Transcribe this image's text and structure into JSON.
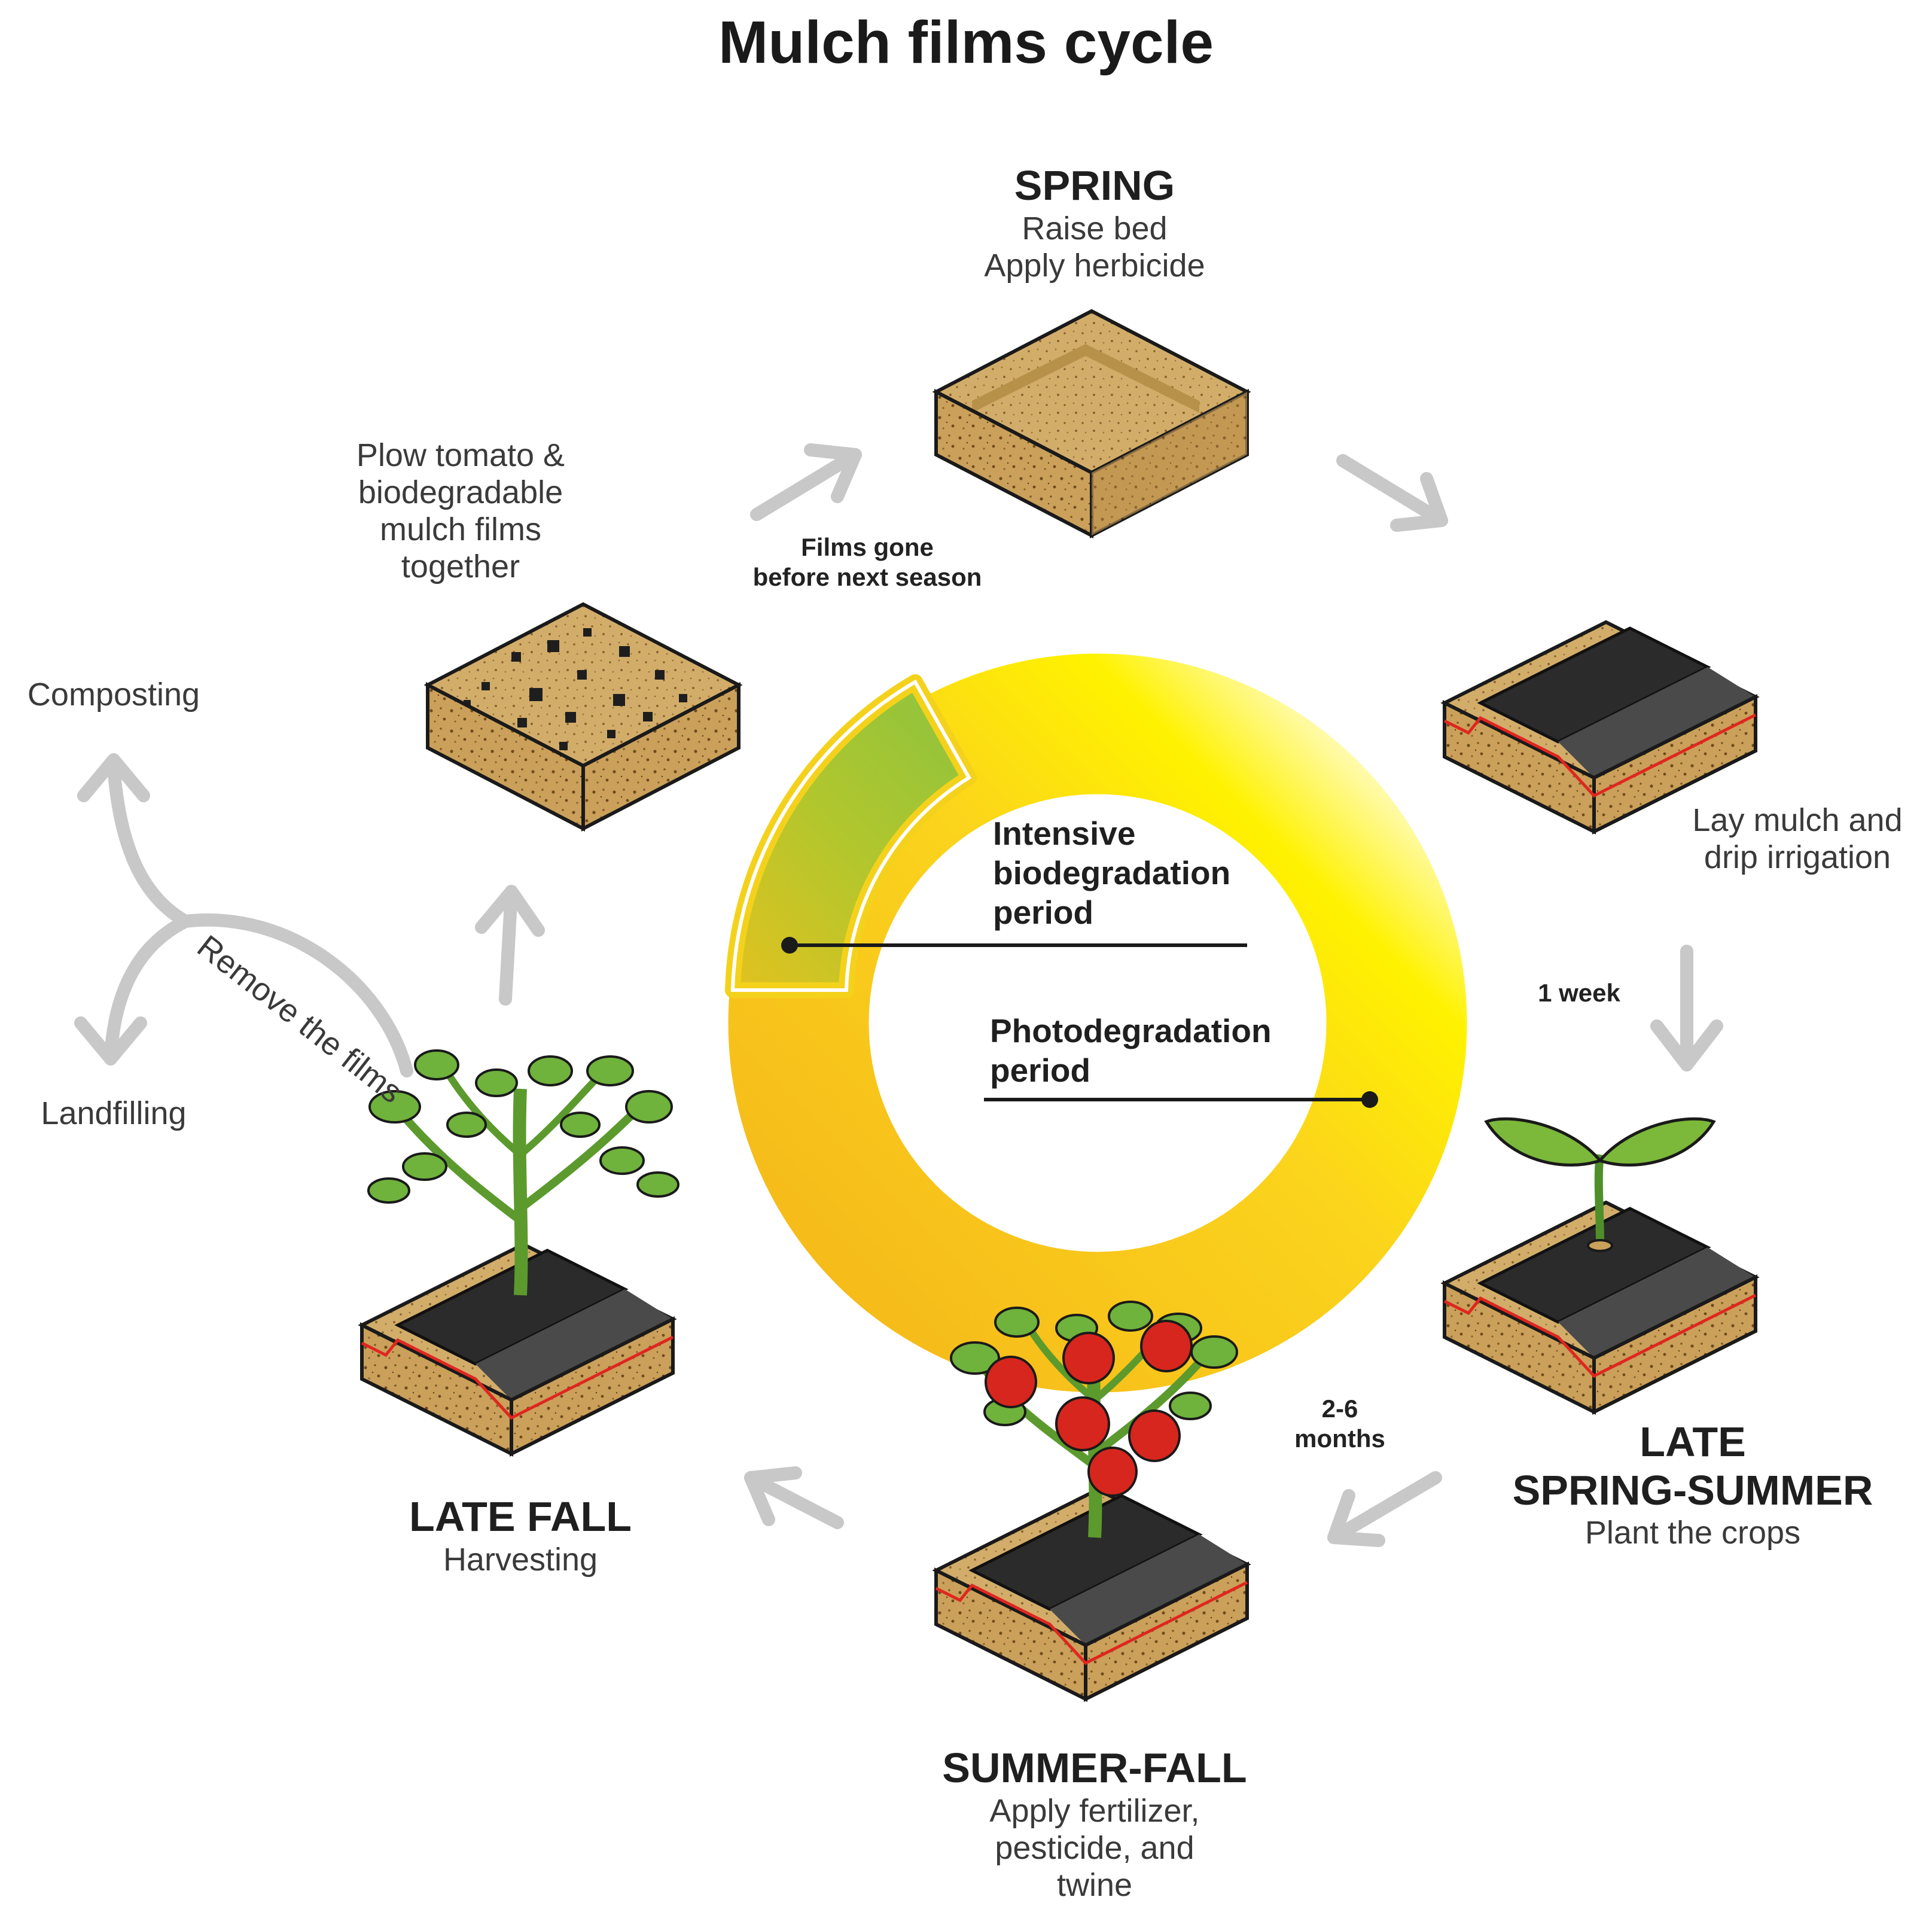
{
  "title": "Mulch films cycle",
  "stages": {
    "spring": {
      "season": "SPRING",
      "desc": [
        "Raise bed",
        "Apply herbicide"
      ]
    },
    "lay_mulch": {
      "desc": [
        "Lay mulch and",
        "drip irrigation"
      ]
    },
    "late_spring_summer": {
      "season": [
        "LATE",
        "SPRING-SUMMER"
      ],
      "desc": "Plant the crops"
    },
    "summer_fall": {
      "season": "SUMMER-FALL",
      "desc": [
        "Apply fertilizer,",
        "pesticide, and",
        "twine"
      ]
    },
    "late_fall": {
      "season": "LATE FALL",
      "desc": "Harvesting"
    },
    "plow": {
      "desc": [
        "Plow tomato &",
        "biodegradable",
        "mulch films",
        "together"
      ]
    }
  },
  "timings": {
    "films_gone": [
      "Films gone",
      "before next season"
    ],
    "one_week": "1 week",
    "two_six_months": [
      "2-6",
      "months"
    ]
  },
  "periods": {
    "intensive": [
      "Intensive",
      "biodegradation",
      "period"
    ],
    "photo": [
      "Photodegradation",
      "period"
    ]
  },
  "removal": {
    "remove_label": "Remove the films",
    "composting": "Composting",
    "landfilling": "Landfilling"
  },
  "colors": {
    "ring_yellow": "#f7c81e",
    "ring_light": "#fff36b",
    "green_segment": "#9cc63a",
    "soil": "#c9a15a",
    "soil_dark": "#a47b36",
    "film": "#2a2a2a",
    "edge_red": "#e0261f",
    "arrow_gray": "#c8c8c8",
    "leaf": "#6aa83a",
    "tomato": "#d7261e"
  },
  "icons": [
    "cycle-arrow-icon",
    "soil-block-icon",
    "seedling-icon",
    "tomato-plant-icon"
  ]
}
